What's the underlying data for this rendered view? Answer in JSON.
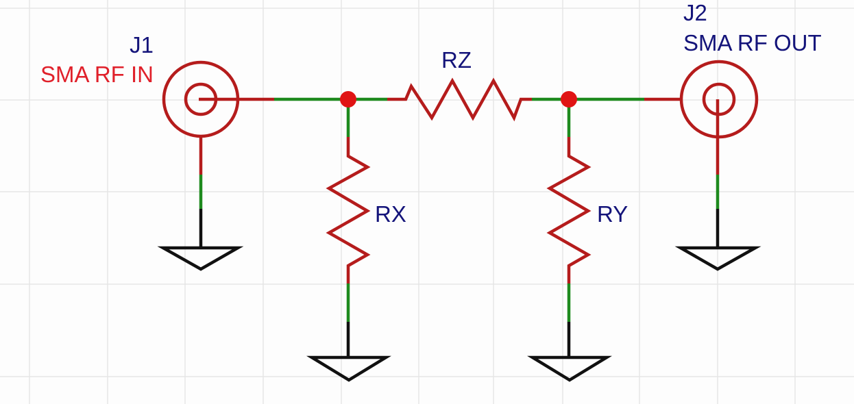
{
  "colors": {
    "symbol": "#b51c1c",
    "wire": "#1e8a1e",
    "ground": "#111111",
    "junction": "#e01414",
    "designator": "#14147a",
    "input_value": "#e0202a",
    "grid": "#e6e6e6"
  },
  "components": {
    "j1": {
      "designator": "J1",
      "value": "SMA RF IN",
      "type": "sma-connector"
    },
    "j2": {
      "designator": "J2",
      "value": "SMA RF OUT",
      "type": "sma-connector"
    },
    "rx": {
      "designator": "RX",
      "type": "resistor"
    },
    "ry": {
      "designator": "RY",
      "type": "resistor"
    },
    "rz": {
      "designator": "RZ",
      "type": "resistor"
    }
  }
}
